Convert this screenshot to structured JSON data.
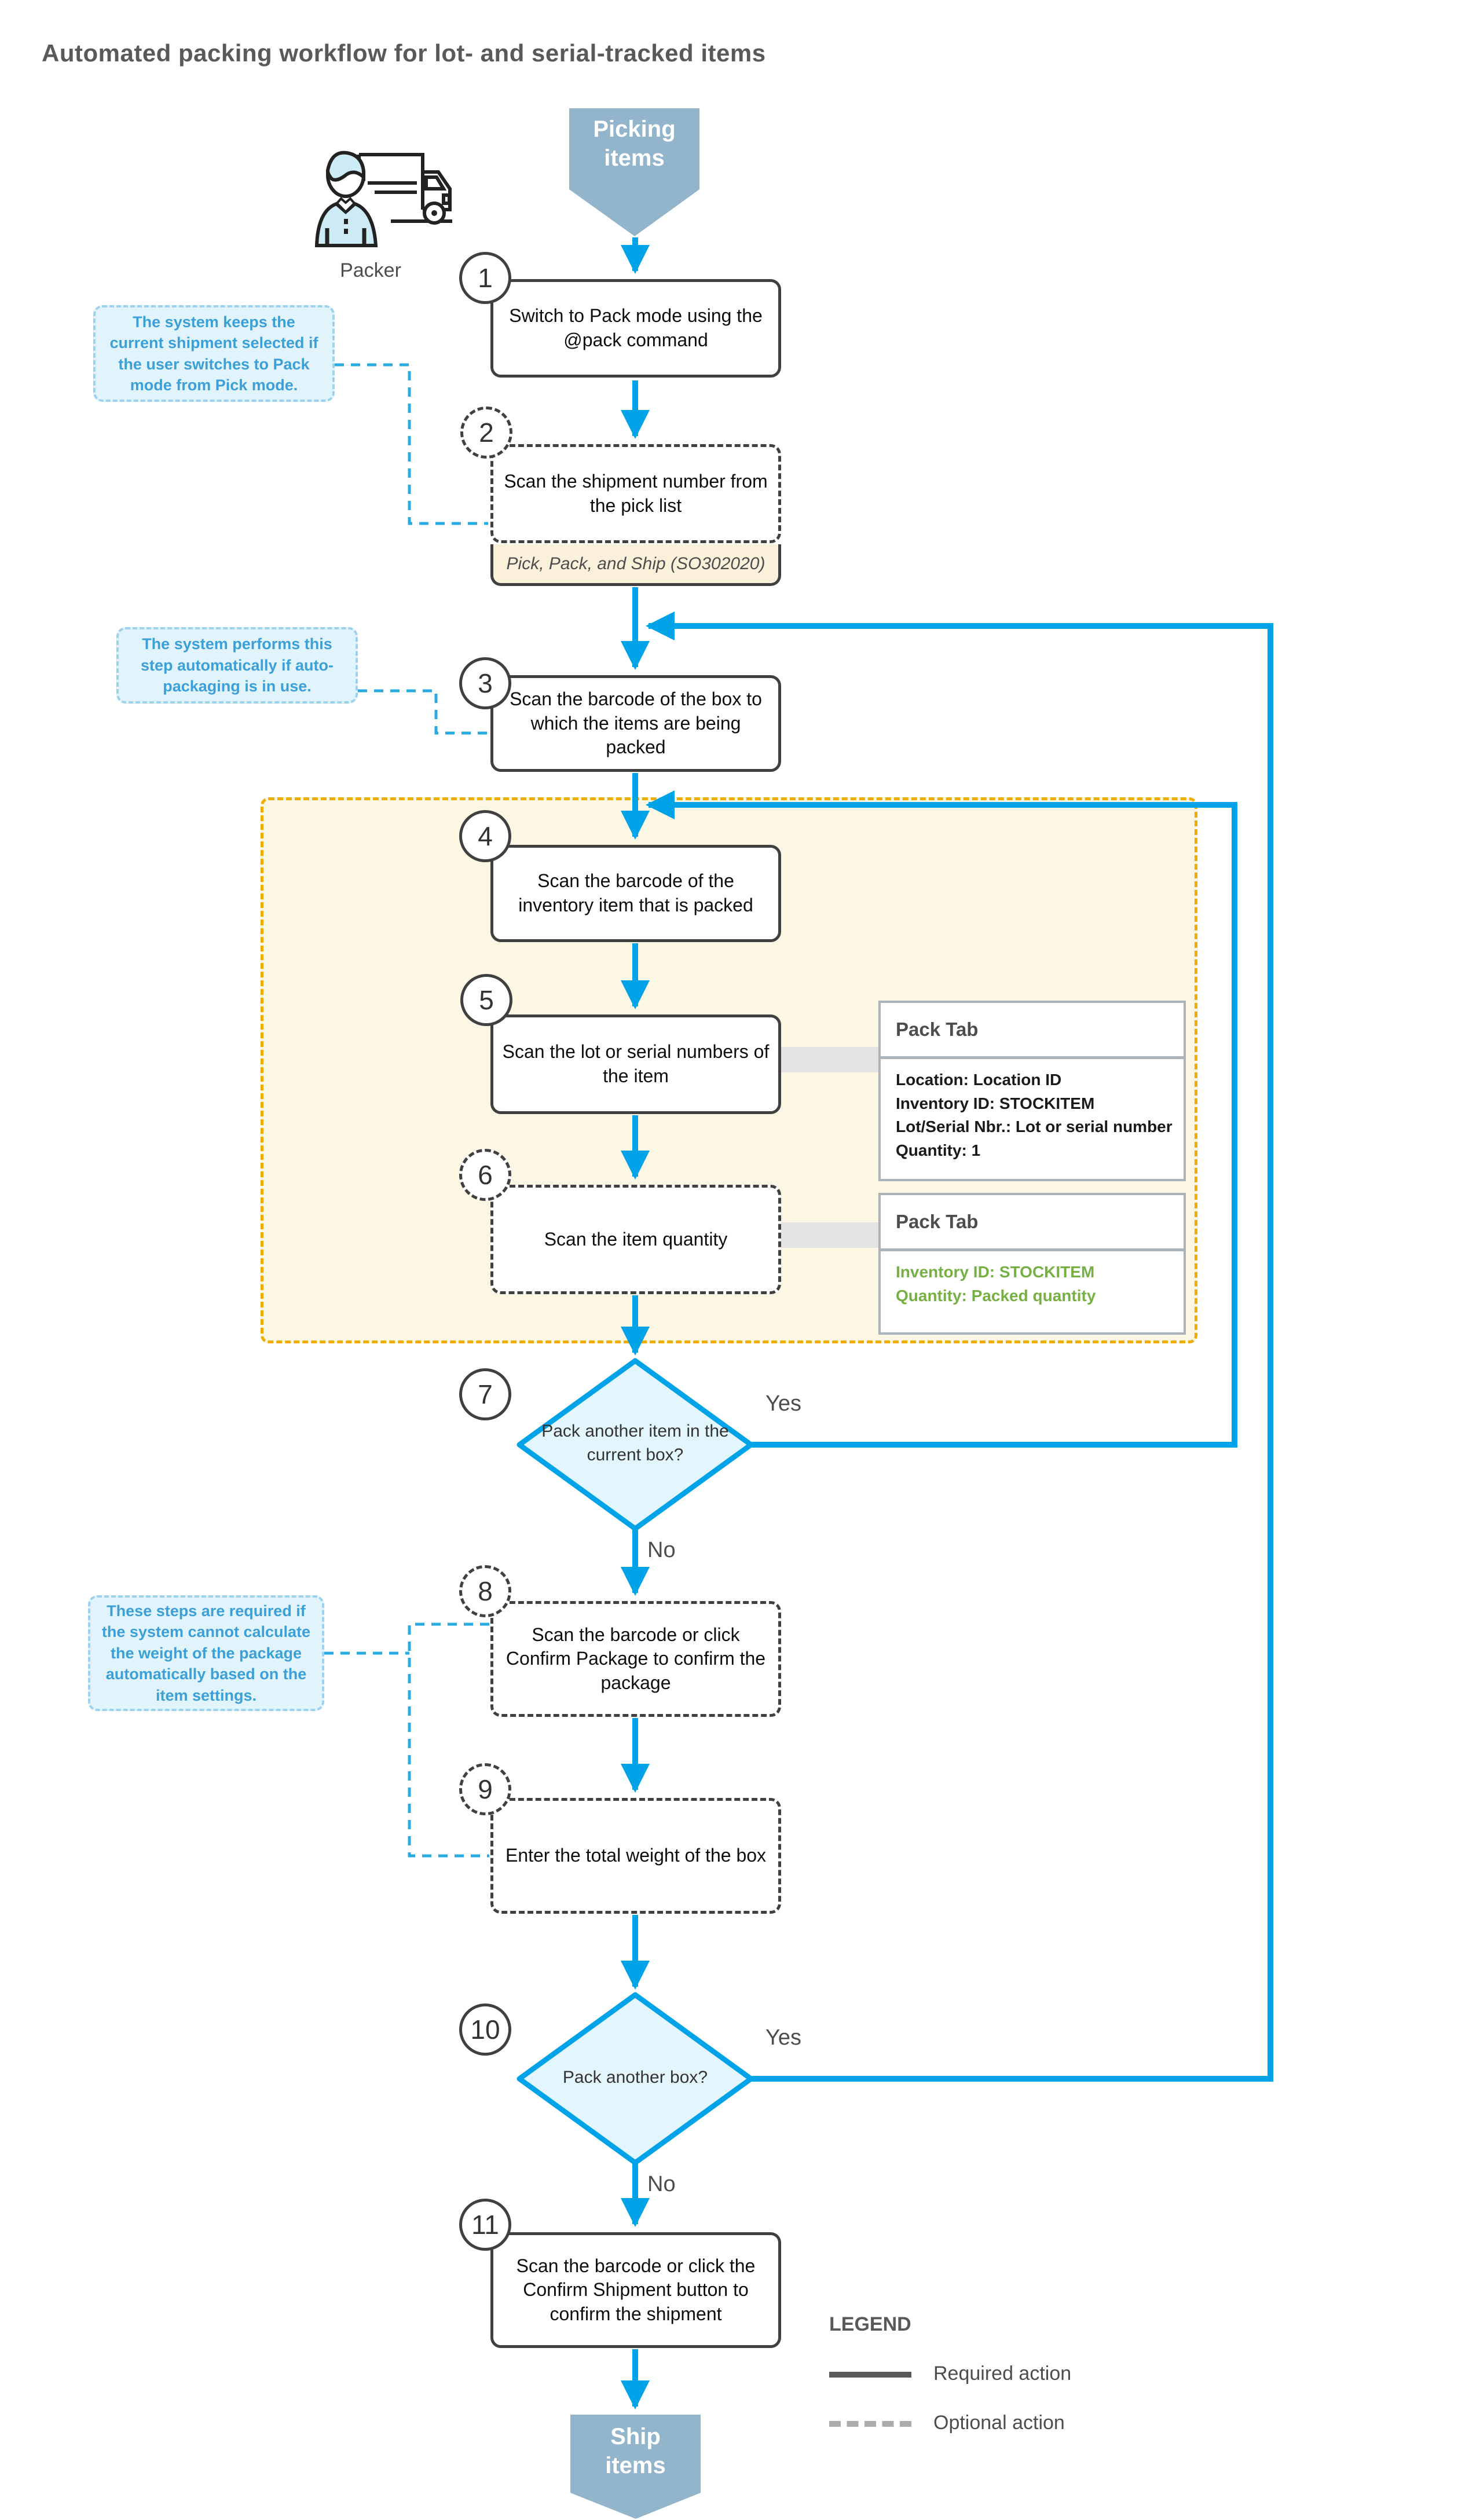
{
  "title": "Automated packing workflow for lot- and serial-tracked items",
  "packer": {
    "label": "Packer"
  },
  "terminals": {
    "start": "Picking\nitems",
    "end": "Ship\nitems"
  },
  "steps": [
    {
      "num": "1",
      "text": "Switch to Pack mode using the @pack command"
    },
    {
      "num": "2",
      "text": "Scan the shipment number from the pick list"
    },
    {
      "num": "3",
      "text": "Scan the barcode of the box to which the items are being packed"
    },
    {
      "num": "4",
      "text": "Scan the barcode of the inventory item that is packed"
    },
    {
      "num": "5",
      "text": "Scan the lot or serial numbers of the item"
    },
    {
      "num": "6",
      "text": "Scan the item quantity"
    },
    {
      "num": "7",
      "text": "Pack another item in the current box?"
    },
    {
      "num": "8",
      "text": "Scan the barcode or click Confirm Package to confirm the package"
    },
    {
      "num": "9",
      "text": "Enter the total weight of the box"
    },
    {
      "num": "10",
      "text": "Pack another box?"
    },
    {
      "num": "11",
      "text": "Scan the barcode or click the Confirm Shipment button to confirm the shipment"
    }
  ],
  "screen_reference": "Pick, Pack, and Ship (SO302020)",
  "notes": {
    "shipment": "The system keeps the current shipment selected if the user switches to Pack mode from Pick mode.",
    "auto_packaging": "The system performs this step automatically if auto-packaging is in use.",
    "weight": "These steps are required if the system cannot calculate the weight of the package automatically based on the item settings."
  },
  "callouts": [
    {
      "title": "Pack Tab",
      "lines": [
        "Location: Location ID",
        "Inventory ID: STOCKITEM",
        "Lot/Serial Nbr.: Lot or serial number",
        "Quantity: 1"
      ]
    },
    {
      "title": "Pack Tab",
      "lines": [
        "Inventory ID: STOCKITEM",
        "Quantity: Packed quantity"
      ]
    }
  ],
  "branch_labels": {
    "yes": "Yes",
    "no": "No"
  },
  "legend": {
    "title": "LEGEND",
    "required": "Required action",
    "optional": "Optional action"
  },
  "colors": {
    "flow_blue": "#00A2E8",
    "note_blue": "#3B9FD8",
    "note_bg": "#E1F3FB",
    "container_border": "#F0AD00",
    "container_bg": "#FCF6E4",
    "pentagon": "#92B5CB",
    "green_text": "#76B043",
    "screen_ref_bg": "#FBF1DB",
    "border_dark": "#404040"
  }
}
